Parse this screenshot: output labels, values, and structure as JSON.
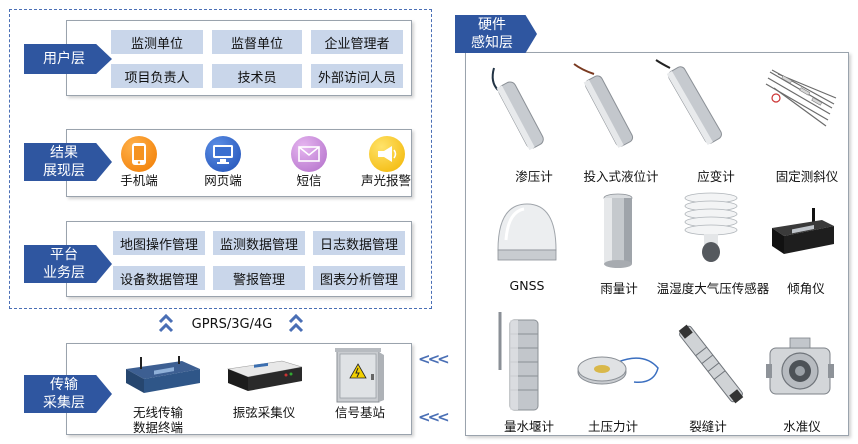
{
  "user_layer": {
    "tag": "用户层",
    "cells": [
      "监测单位",
      "监督单位",
      "企业管理者",
      "项目负责人",
      "技术员",
      "外部访问人员"
    ]
  },
  "result_layer": {
    "tag": "结果\n展现层",
    "items": [
      {
        "label": "手机端",
        "icon": "mobile-phone-icon"
      },
      {
        "label": "网页端",
        "icon": "computer-monitor-icon"
      },
      {
        "label": "短信",
        "icon": "envelope-icon"
      },
      {
        "label": "声光报警",
        "icon": "megaphone-icon"
      }
    ]
  },
  "platform_layer": {
    "tag": "平台\n业务层",
    "cells": [
      "地图操作管理",
      "监测数据管理",
      "日志数据管理",
      "设备数据管理",
      "警报管理",
      "图表分析管理"
    ]
  },
  "network_label": "GPRS/3G/4G",
  "transport_layer": {
    "tag": "传输\n采集层",
    "items": [
      {
        "label": "无线传输\n数据终端",
        "icon": "wireless-terminal-image"
      },
      {
        "label": "振弦采集仪",
        "icon": "vibrating-wire-collector-image"
      },
      {
        "label": "信号基站",
        "icon": "signal-cabinet-image"
      }
    ]
  },
  "hardware_layer": {
    "tag": "硬件\n感知层",
    "devices": [
      "渗压计",
      "投入式液位计",
      "应变计",
      "固定测斜仪",
      "GNSS",
      "雨量计",
      "温湿度大气压传感器",
      "倾角仪",
      "量水堰计",
      "土压力计",
      "裂缝计",
      "水准仪"
    ]
  },
  "colors": {
    "tag": "#2f56a0",
    "cell": "#c9d6ea",
    "dashed": "#4a6fb5"
  }
}
